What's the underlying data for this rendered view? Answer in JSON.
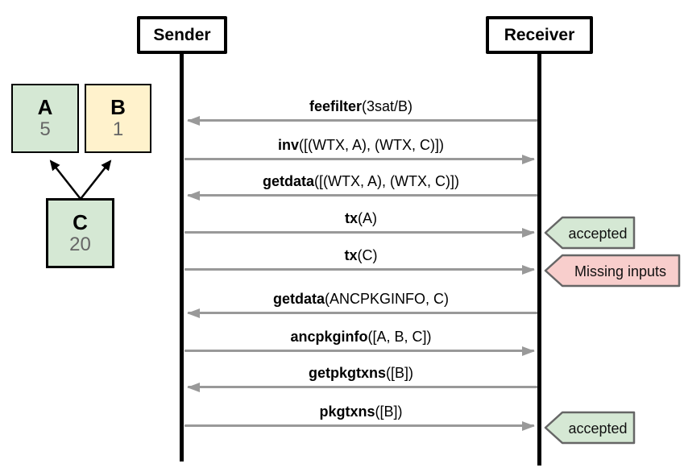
{
  "actors": {
    "sender": "Sender",
    "receiver": "Receiver"
  },
  "transaction_graph": {
    "nodes": [
      {
        "id": "A",
        "fee": "5",
        "fill": "#d5e8d4"
      },
      {
        "id": "B",
        "fee": "1",
        "fill": "#fff2cc"
      },
      {
        "id": "C",
        "fee": "20",
        "fill": "#d5e8d4"
      }
    ],
    "edges": [
      {
        "from": "C",
        "to": "A"
      },
      {
        "from": "C",
        "to": "B"
      }
    ]
  },
  "messages": [
    {
      "command": "feefilter",
      "args": "(3sat/B)",
      "direction": "receiver_to_sender"
    },
    {
      "command": "inv",
      "args": "([(WTX, A), (WTX, C)])",
      "direction": "sender_to_receiver"
    },
    {
      "command": "getdata",
      "args": "([(WTX, A), (WTX, C)])",
      "direction": "receiver_to_sender"
    },
    {
      "command": "tx",
      "args": "(A)",
      "direction": "sender_to_receiver",
      "result": "accepted"
    },
    {
      "command": "tx",
      "args": "(C)",
      "direction": "sender_to_receiver",
      "result": "Missing inputs"
    },
    {
      "command": "getdata",
      "args": "(ANCPKGINFO, C)",
      "direction": "receiver_to_sender"
    },
    {
      "command": "ancpkginfo",
      "args": "([A, B, C])",
      "direction": "sender_to_receiver"
    },
    {
      "command": "getpkgtxns",
      "args": "([B])",
      "direction": "receiver_to_sender"
    },
    {
      "command": "pkgtxns",
      "args": "([B])",
      "direction": "sender_to_receiver",
      "result": "accepted"
    }
  ],
  "badges": [
    {
      "text": "accepted",
      "status": "success",
      "fill": "#d5e8d4"
    },
    {
      "text": "Missing inputs",
      "status": "error",
      "fill": "#f8cecc"
    },
    {
      "text": "accepted",
      "status": "success",
      "fill": "#d5e8d4"
    }
  ],
  "colors": {
    "node_green": "#d5e8d4",
    "node_yellow": "#fff2cc",
    "badge_success_green": "#d5e8d4",
    "badge_error_pink": "#f8cecc",
    "badge_border_gray": "#666666",
    "message_arrow_gray": "#999999",
    "fee_text_gray": "#666666",
    "lifeline_black": "#000000"
  }
}
